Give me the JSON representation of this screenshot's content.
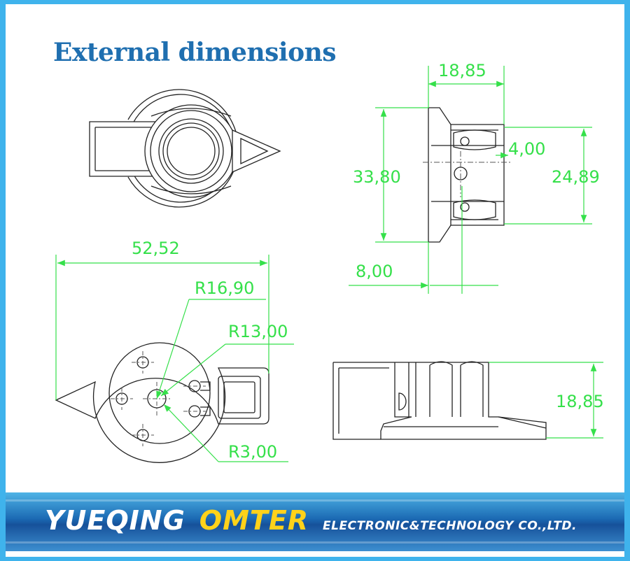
{
  "title": "External dimensions",
  "dimensions": {
    "side_width": "18,85",
    "side_height": "33,80",
    "hole_depth": "4,00",
    "inner_height": "24,89",
    "offset": "8,00",
    "overall_length": "52,52",
    "outer_radius": "R16,90",
    "skirt_radius": "R13,00",
    "center_radius": "R3,00",
    "body_height": "18,85"
  },
  "banner": {
    "brand_primary": "YUEQING",
    "brand_secondary": "OMTER",
    "company": "ELECTRONIC&TECHNOLOGY  CO.,LTD."
  },
  "colors": {
    "frame": "#3fb3ec",
    "title": "#1f6fb0",
    "dimension": "#35e04a",
    "accent_yellow": "#ffd21a"
  }
}
